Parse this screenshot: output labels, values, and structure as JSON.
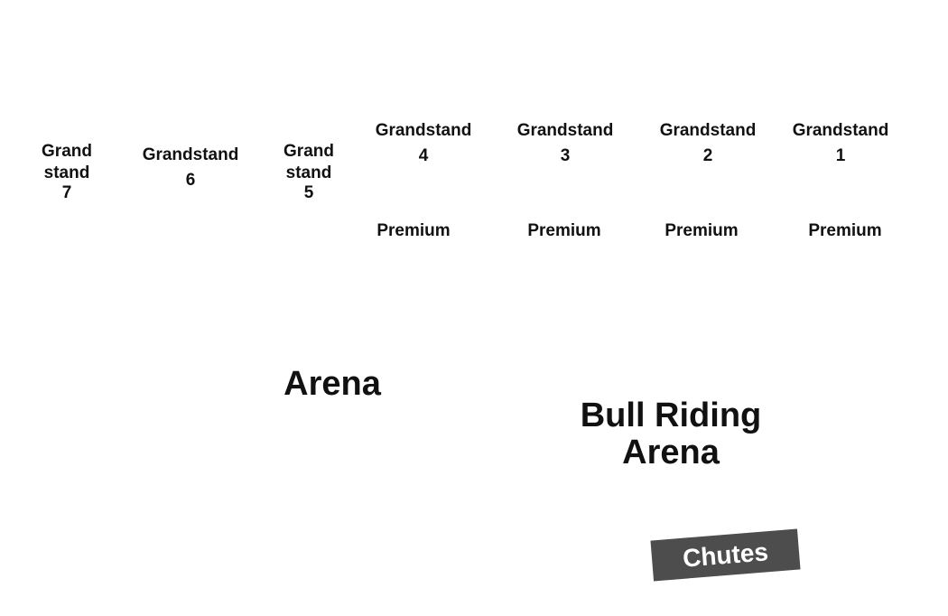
{
  "seating_map": {
    "grandstands": [
      {
        "id": "gs7",
        "line1": "Grand",
        "line2": "stand",
        "line3": "7"
      },
      {
        "id": "gs6",
        "line1": "Grandstand",
        "line2": "6"
      },
      {
        "id": "gs5",
        "line1": "Grand",
        "line2": "stand",
        "line3": "5"
      },
      {
        "id": "gs4",
        "line1": "Grandstand",
        "line2": "4"
      },
      {
        "id": "gs3",
        "line1": "Grandstand",
        "line2": "3"
      },
      {
        "id": "gs2",
        "line1": "Grandstand",
        "line2": "2"
      },
      {
        "id": "gs1",
        "line1": "Grandstand",
        "line2": "1"
      }
    ],
    "premium_sections": [
      {
        "label": "Premium"
      },
      {
        "label": "Premium"
      },
      {
        "label": "Premium"
      },
      {
        "label": "Premium"
      }
    ],
    "main_arena": {
      "label": "Arena"
    },
    "bull_riding_arena": {
      "line1": "Bull Riding",
      "line2": "Arena"
    },
    "chutes": {
      "label": "Chutes",
      "fill_color": "#4d4d4d",
      "text_color": "#ffffff"
    }
  }
}
